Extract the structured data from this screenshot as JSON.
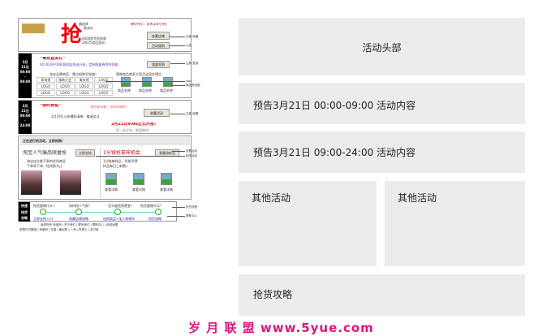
{
  "wireframe": {
    "header": {
      "big_char": "抢",
      "sub1": "精选库",
      "sub2": "限本价",
      "line1": "4000家专柜同款",
      "line2": "20075商品低价",
      "countdown": "倒计时：8天16小时",
      "btn_fav": "收藏店铺",
      "btn_rule": "活动规则",
      "note_fav": "注册-收藏",
      "note_rule": "公告"
    },
    "pre1": {
      "date": "3月\n21日",
      "time": "00:00\n-\n09:00",
      "title": "“零点首发礼”",
      "desc": "00:00-09:00时段到店即送开抢，定制限量券等你领取",
      "btn": "我要签到",
      "note": "注册-签到",
      "sub": "淘宝品牌商家，零点抢购早知道！",
      "sub2": "预售商品商家大型活动同步预告",
      "cells": [
        "家电馆",
        "服装大会",
        "美妆馆",
        "LOGO",
        "LOGO",
        "LOGO",
        "LOGO",
        "LOGO",
        "LOGO",
        "LOGO",
        "LOGO",
        "LOGO"
      ],
      "captions": [
        "商品名称",
        "商品名称",
        "商品名称"
      ],
      "note_logo": "logo",
      "note_img": "商品预览图"
    },
    "pre2": {
      "date": "3月\n21日",
      "time": "09:00\n-\n24:00",
      "title": "“限时抢拍”",
      "slogan": "聚划算请客，抢到就赚到！",
      "desc": "3月19日公布爆款清单，敬请关注",
      "btn": "收藏活动",
      "note": "注册-收藏",
      "open": "3月21日9:00正式开抢！",
      "small": "距一起开抢，敬请期待！"
    },
    "other": {
      "title": "正在进行的活动，立即抢购！",
      "left_title": "淘宝人气爆品限量抢",
      "left_btn": "立即去抢",
      "left_desc1": "淘宝店主推不到的优质商品",
      "left_desc2": "下单享下单，抢完即为止",
      "right_title": "1分钱抢拿样机会",
      "right_btn": "我要抢样品",
      "right_desc": "1分钱拿样品，早抢早得",
      "right_desc2": "样品每日上新哦~",
      "captions": [
        "查看详情",
        "查看详情",
        "查看详情"
      ],
      "note1": "查看活动",
      "note2": "相关活动"
    },
    "guide": {
      "label": "快速\n抢货\n攻略",
      "qs": [
        "抢货要做什么？",
        "如何抢人气款？",
        "怎么能抢到便宜？",
        "抢完要做什么？"
      ],
      "links": [
        "立即去抢入口",
        "收藏店铺攻略",
        "加购商品+加入购物车",
        "抢货攻略"
      ],
      "note1": "抢货流程",
      "note2": "帮助中心"
    },
    "footer1": "版权所有 淘宝网 | 关于我们 | 联系我们 | 帮助中心 | 网站地图",
    "footer2": "阿里巴巴集团 | 淘宝网 | 天猫 | 聚划算 | 一淘 | 阿里云 | 支付宝"
  },
  "sections": [
    {
      "label": "活动头部"
    },
    {
      "label": "预告3月21日 00:00-09:00 活动内容"
    },
    {
      "label": "预告3月21日 09:00-24:00 活动内容"
    },
    {
      "label": "其他活动"
    },
    {
      "label": "其他活动"
    },
    {
      "label": "抢货攻略"
    }
  ],
  "watermark": "岁 月 联 盟  www.5yue.com"
}
